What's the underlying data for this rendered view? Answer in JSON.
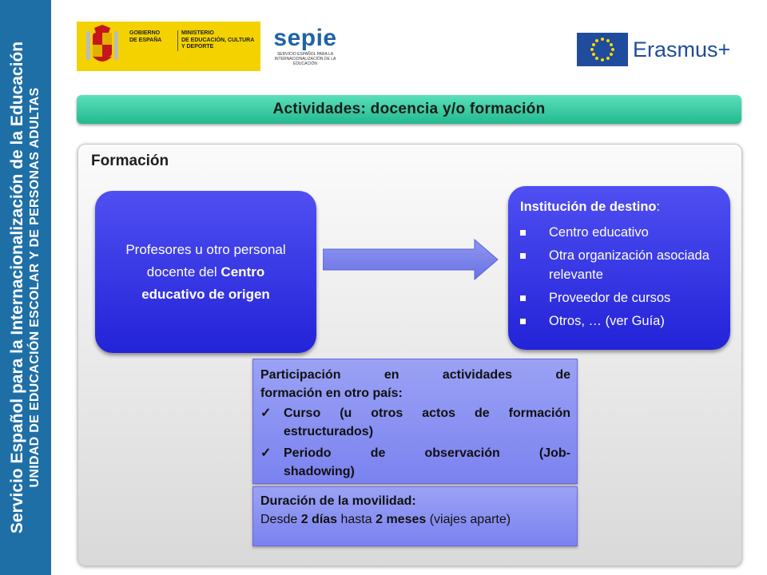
{
  "sidebar": {
    "line1": "Servicio Español para la Internacionalización de la Educación",
    "line2": "UNIDAD DE EDUCACIÓN ESCOLAR Y DE PERSONAS ADULTAS"
  },
  "logos": {
    "gov_left": [
      "GOBIERNO",
      "DE ESPAÑA"
    ],
    "gov_right": [
      "MINISTERIO",
      "DE EDUCACIÓN, CULTURA",
      "Y DEPORTE"
    ],
    "sepie_word": "sepie",
    "sepie_sub": "SERVICIO ESPAÑOL PARA LA INTERNACIONALIZACIÓN DE LA EDUCACIÓN",
    "erasmus": "Erasmus+"
  },
  "title": "Actividades: docencia y/o formación",
  "section": "Formación",
  "origin": {
    "line1": "Profesores u otro personal",
    "line2_plain": "docente del ",
    "line2_bold": "Centro",
    "line3_bold": "educativo de origen"
  },
  "destination": {
    "title_bold": "Institución de destino",
    "title_suffix": ":",
    "items": [
      "Centro educativo",
      "Otra organización asociada relevante",
      "Proveedor de cursos",
      "Otros, … (ver Guía)"
    ]
  },
  "activities": {
    "intro_line1": "Participación en actividades de",
    "intro_line2": "formación en otro país:",
    "item1_line1": " Curso (u otros actos de formación",
    "item1_line2": "estructurados)",
    "item2_line1": "Periodo de observación (Job-",
    "item2_line2": "shadowing)"
  },
  "duration": {
    "title": "Duración de la movilidad:",
    "text_a": "Desde ",
    "text_b": "2 días",
    "text_c": " hasta ",
    "text_d": "2 meses",
    "text_e": "  (viajes aparte)"
  },
  "colors": {
    "side_band": "#1f6fa7",
    "title_bar": "#33c99c",
    "blue_box": "#2f2fe3",
    "info_box": "#8a90f2"
  }
}
